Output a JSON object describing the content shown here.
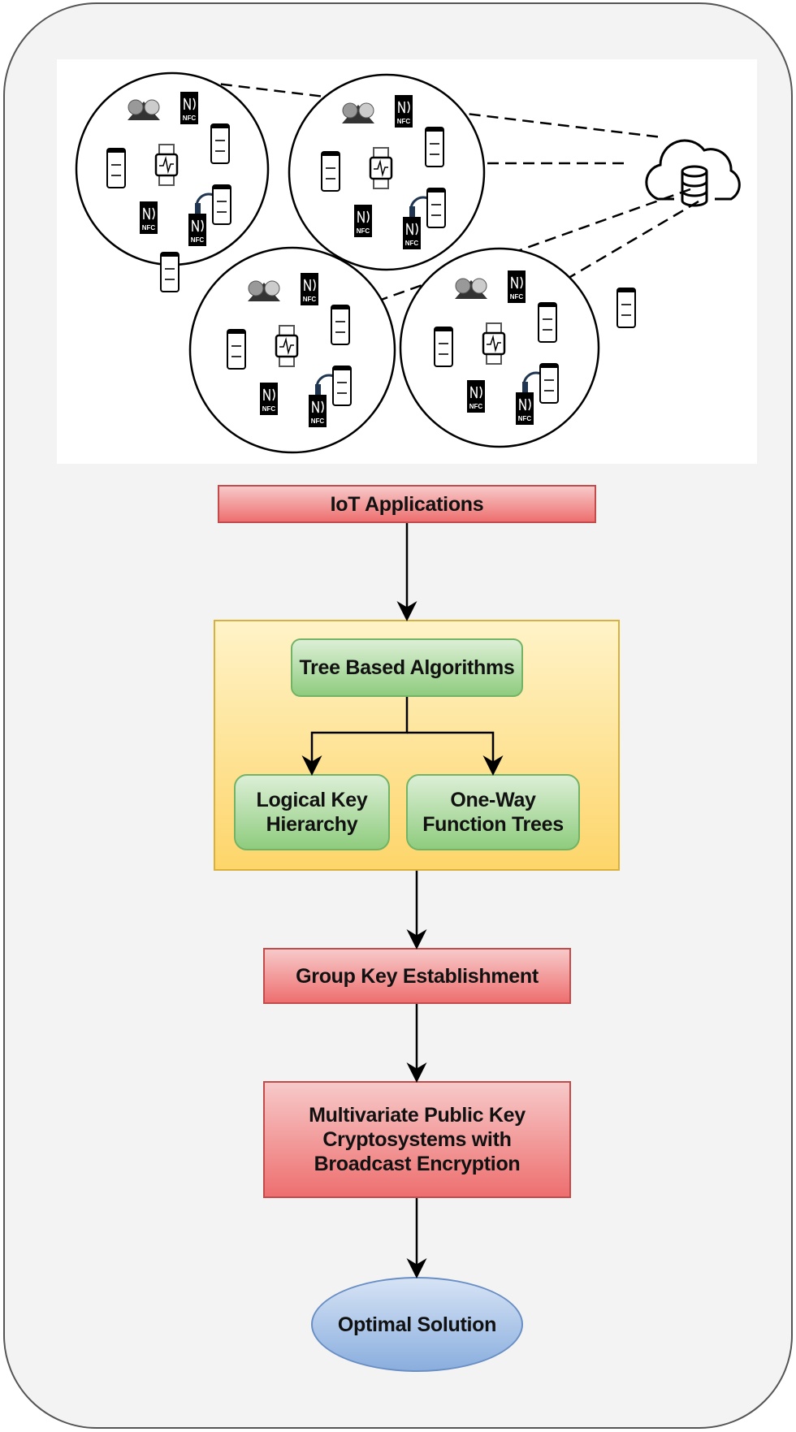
{
  "nodes": {
    "iot_applications": "IoT Applications",
    "tree_based": "Tree Based Algorithms",
    "logical_key_hierarchy": "Logical Key Hierarchy",
    "one_way_function_trees": "One-Way Function Trees",
    "group_key_establishment": "Group Key Establishment",
    "multivariate": "Multivariate Public Key Cryptosystems with Broadcast Encryption",
    "optimal_solution": "Optimal Solution"
  },
  "device_labels": {
    "nfc": "NFC"
  },
  "colors": {
    "red_box": "#ee6f6f",
    "green_box": "#8fcc7e",
    "yellow_group": "#fdd56a",
    "blue_ellipse": "#8aaede",
    "background": "#f3f3f3"
  }
}
